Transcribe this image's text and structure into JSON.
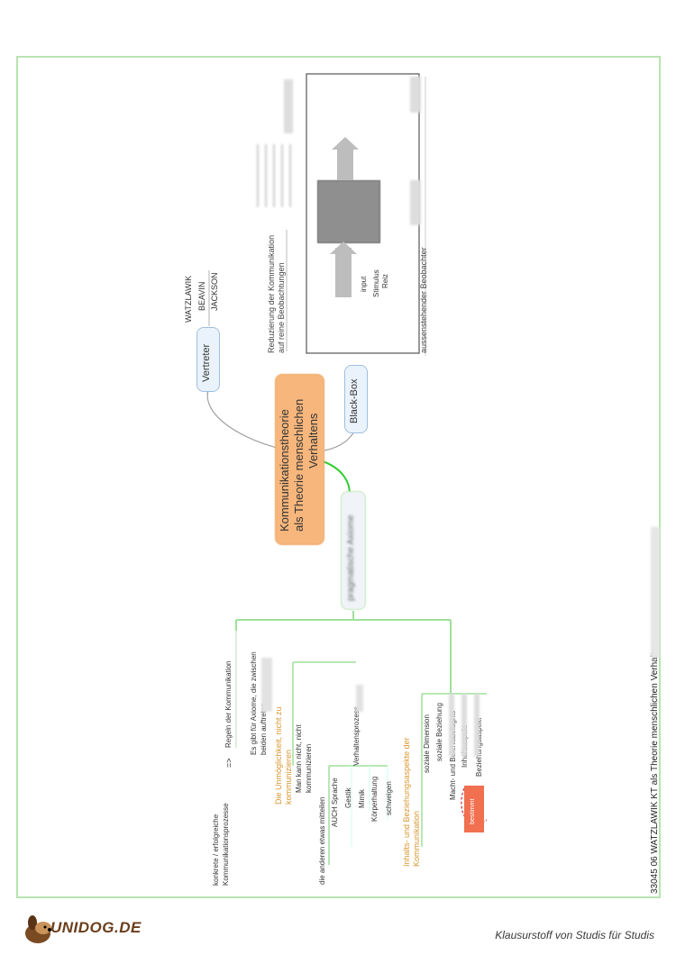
{
  "document_title": "33045 06 WATZLAWIK KT als Theorie menschlichen Verhaltens",
  "central_node": {
    "line1": "Kommunikationstheorie",
    "line2": "als Theorie menschlichen",
    "line3": "Verhaltens"
  },
  "vertreter": {
    "label": "Vertreter",
    "names": [
      "WATZLAWIK",
      "BEAVIN",
      "JACKSON"
    ]
  },
  "black_box": {
    "label": "Black-Box",
    "caption_line1": "Reduzierung der Kommunikation",
    "caption_line2": "auf reine Beobachtungen",
    "input_label": "input",
    "stimulus_label": "Stimulus",
    "reiz_label": "Reiz",
    "observer_label": "aussenstehender Beobachter"
  },
  "pragmatic_branch": {
    "label": "pragmatische Axiome",
    "left_block": {
      "concrete": "konkrete / erfolgreiche",
      "concrete2": "Kommunikationsprozesse",
      "arrow": "=>",
      "rules": "Regeln der Kommunikation",
      "es_gibt": "Es gibt für Axiome, die zwischen",
      "es_gibt2": "beiden auftreten"
    },
    "axiom1": {
      "title_line1": "Die Unmöglichkeit, nicht zu",
      "title_line2": "kommunizieren",
      "kann_nicht": "Man kann nicht, nicht",
      "kann_nicht2": "kommunizieren",
      "anderen": "die anderen etwas mitteilen",
      "auch": "AUCH Sprache",
      "verhalten": "Verhaltensprozess",
      "items": [
        "Gestik",
        "Mimik",
        "Körperhaltung",
        "schweigen"
      ]
    },
    "axiom2": {
      "title_line1": "Inhalts- und Beziehungsaspekte der",
      "title_line2": "Kommunikation",
      "items": [
        "soziale Dimension",
        "soziale Beziehung",
        "Macht- und Befehlsbefugnis",
        "Inhaltsaspekt",
        "Beziehungsaspekt"
      ],
      "bestimmt": "bestimmt"
    }
  },
  "footer": {
    "logo": "UNIDOG.DE",
    "slogan": "Klausurstoff von Studis für Studis"
  }
}
